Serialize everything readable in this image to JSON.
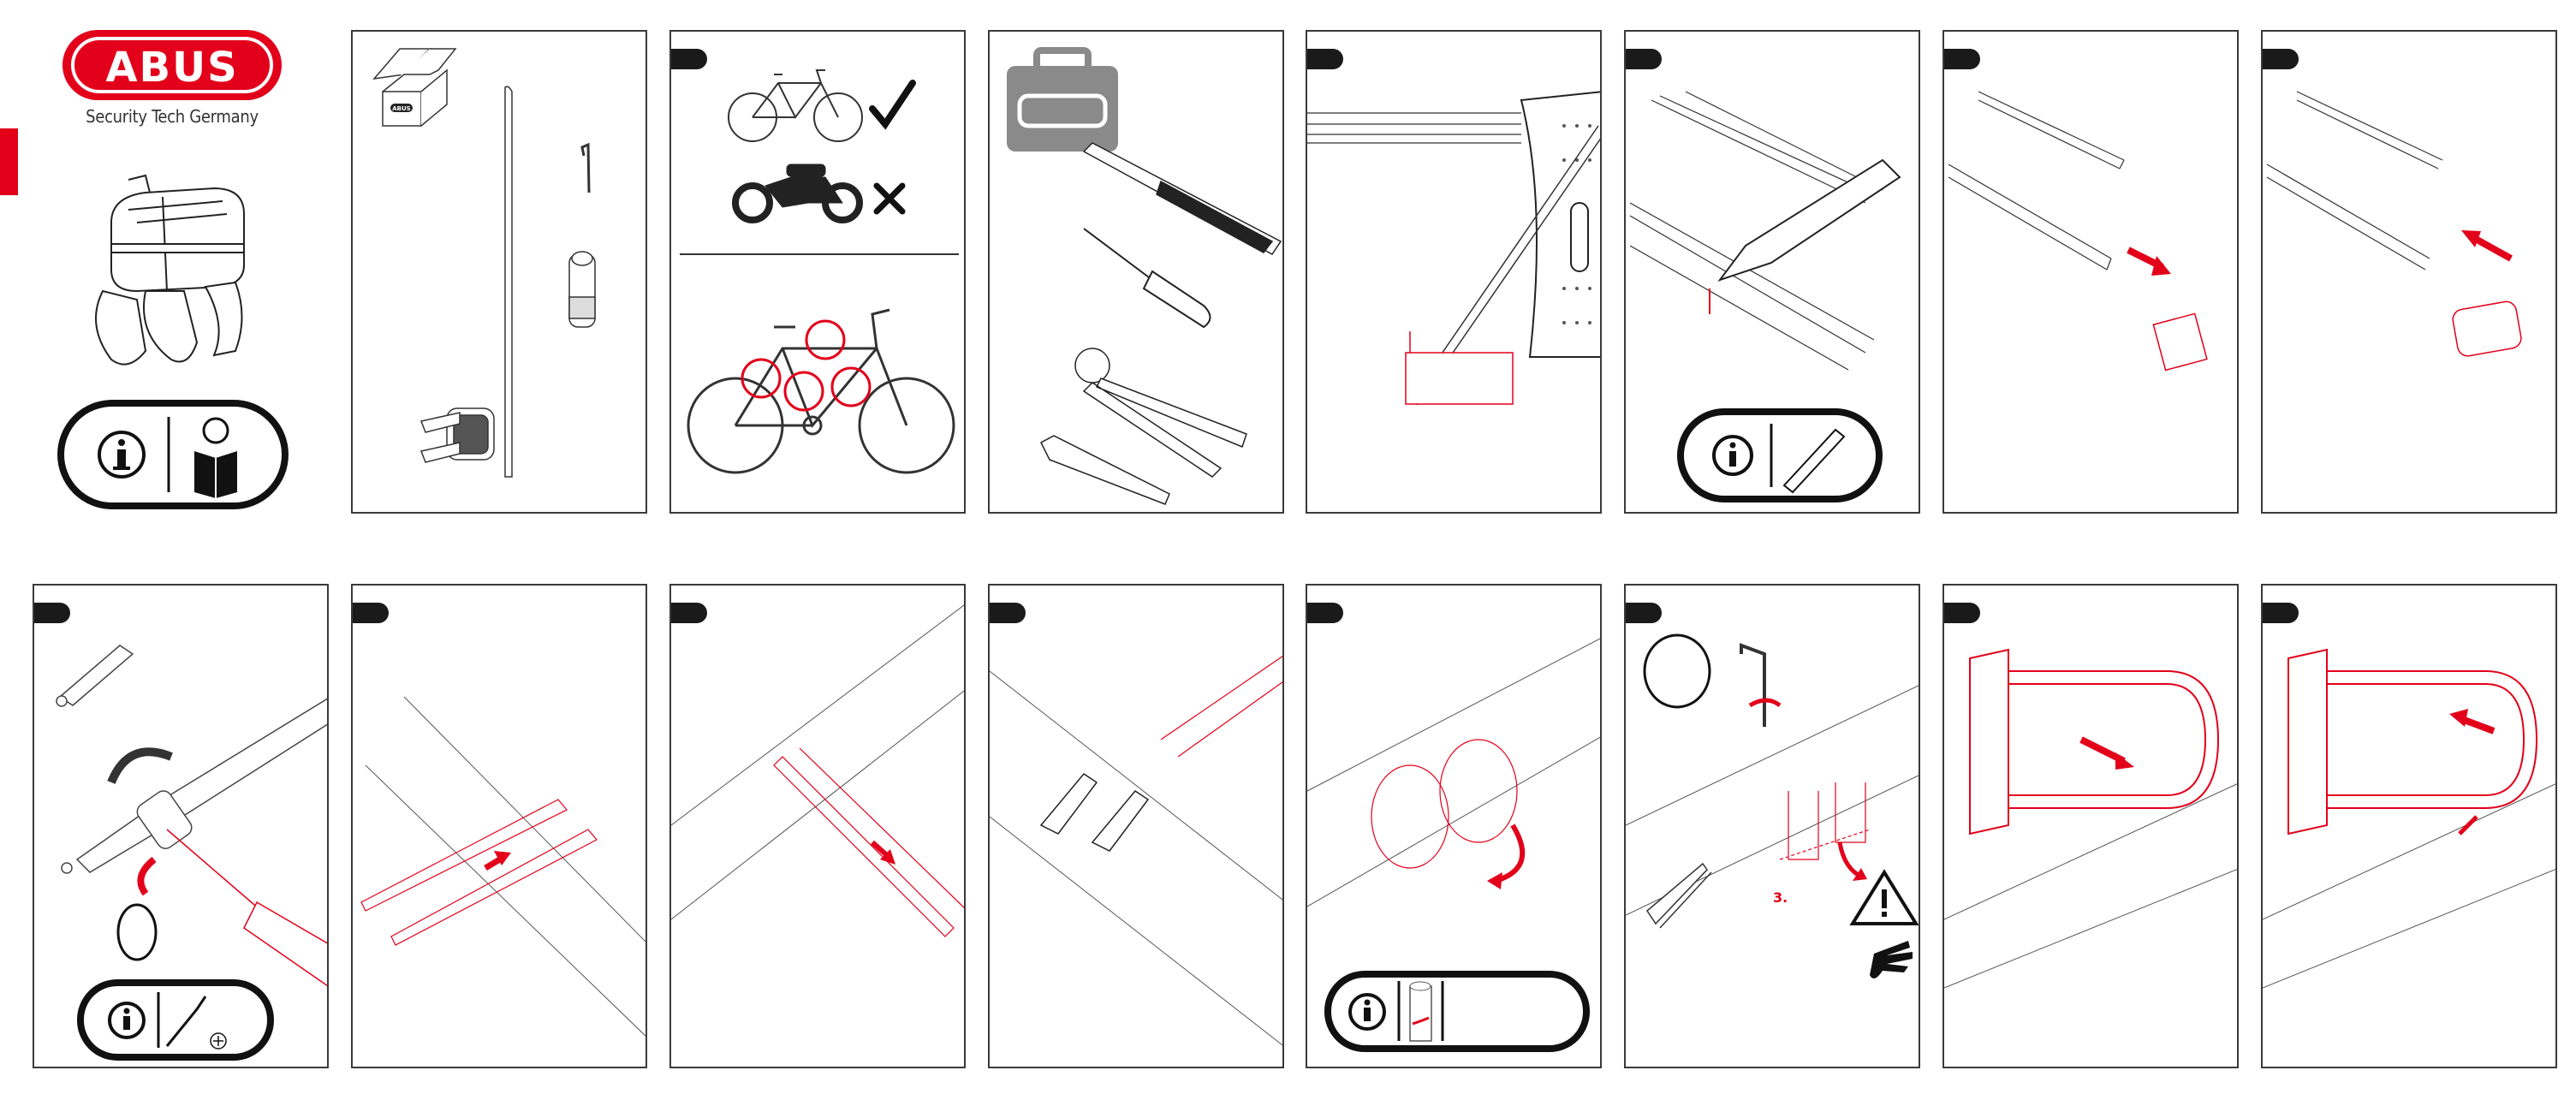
{
  "brand": {
    "logo_text": "ABUS",
    "tagline": "Security Tech Germany"
  },
  "package": {
    "box_logo_text": "ABUS"
  },
  "steps": {
    "cut_straps_step_label": "3."
  },
  "colors": {
    "brand_red": "#e2001a",
    "line": "#333333",
    "tab": "#1a1a1a",
    "accent_red": "#e2001a"
  }
}
